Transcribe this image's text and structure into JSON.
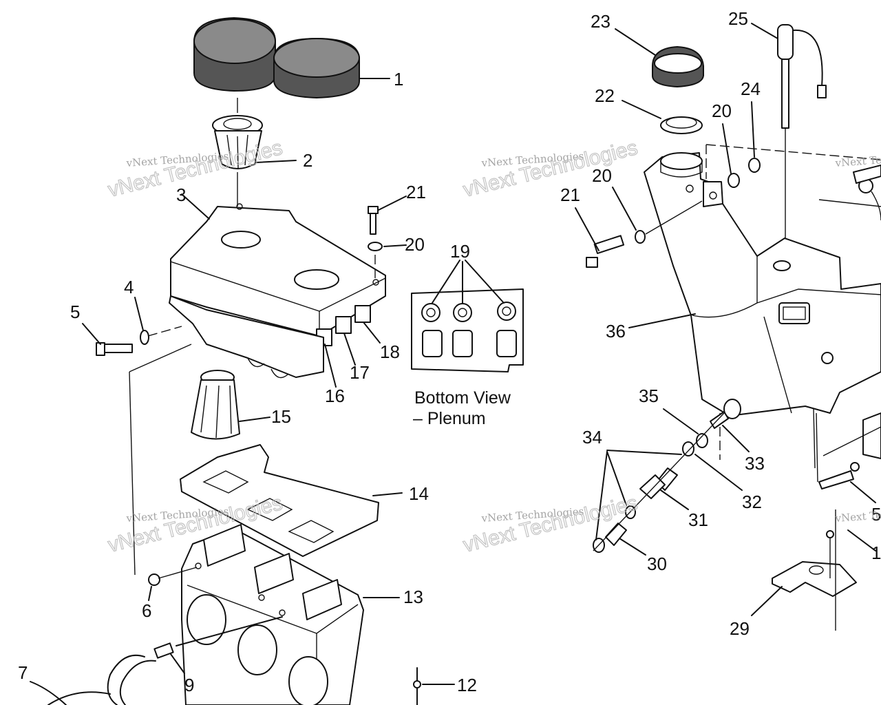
{
  "callouts": {
    "c1": "1",
    "c2": "2",
    "c3": "3",
    "c4": "4",
    "c5": "5",
    "c6": "6",
    "c7": "7",
    "c9": "9",
    "c12": "12",
    "c13": "13",
    "c14": "14",
    "c15": "15",
    "c16": "16",
    "c17": "17",
    "c18": "18",
    "c19": "19",
    "c20a": "20",
    "c21a": "21",
    "c20b": "20",
    "c20c": "20",
    "c21b": "21",
    "c22": "22",
    "c23": "23",
    "c24": "24",
    "c25": "25",
    "c29": "29",
    "c30": "30",
    "c31": "31",
    "c32": "32",
    "c33": "33",
    "c34": "34",
    "c35": "35",
    "c36": "36",
    "c5r": "5",
    "c1r": "1"
  },
  "caption": {
    "line1": "Bottom View",
    "line2": "– Plenum"
  },
  "watermark": {
    "small": "vNext Technologies",
    "large": "vNext Technologies"
  }
}
